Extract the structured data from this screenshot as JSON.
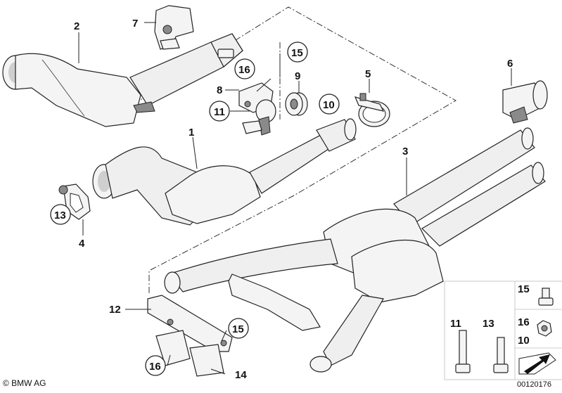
{
  "callouts": {
    "c1": "1",
    "c2": "2",
    "c3": "3",
    "c4": "4",
    "c5": "5",
    "c6": "6",
    "c7": "7",
    "c8": "8",
    "c9": "9",
    "c10": "10",
    "c11": "11",
    "c12": "12",
    "c13": "13",
    "c14": "14",
    "c15": "15",
    "c16": "16",
    "c15b": "15",
    "c16b": "16",
    "legend_15": "15",
    "legend_16": "16",
    "legend_10": "10",
    "legend_11": "11",
    "legend_13": "13"
  },
  "footer": {
    "brand": "© BMW AG",
    "code": "00120176"
  }
}
